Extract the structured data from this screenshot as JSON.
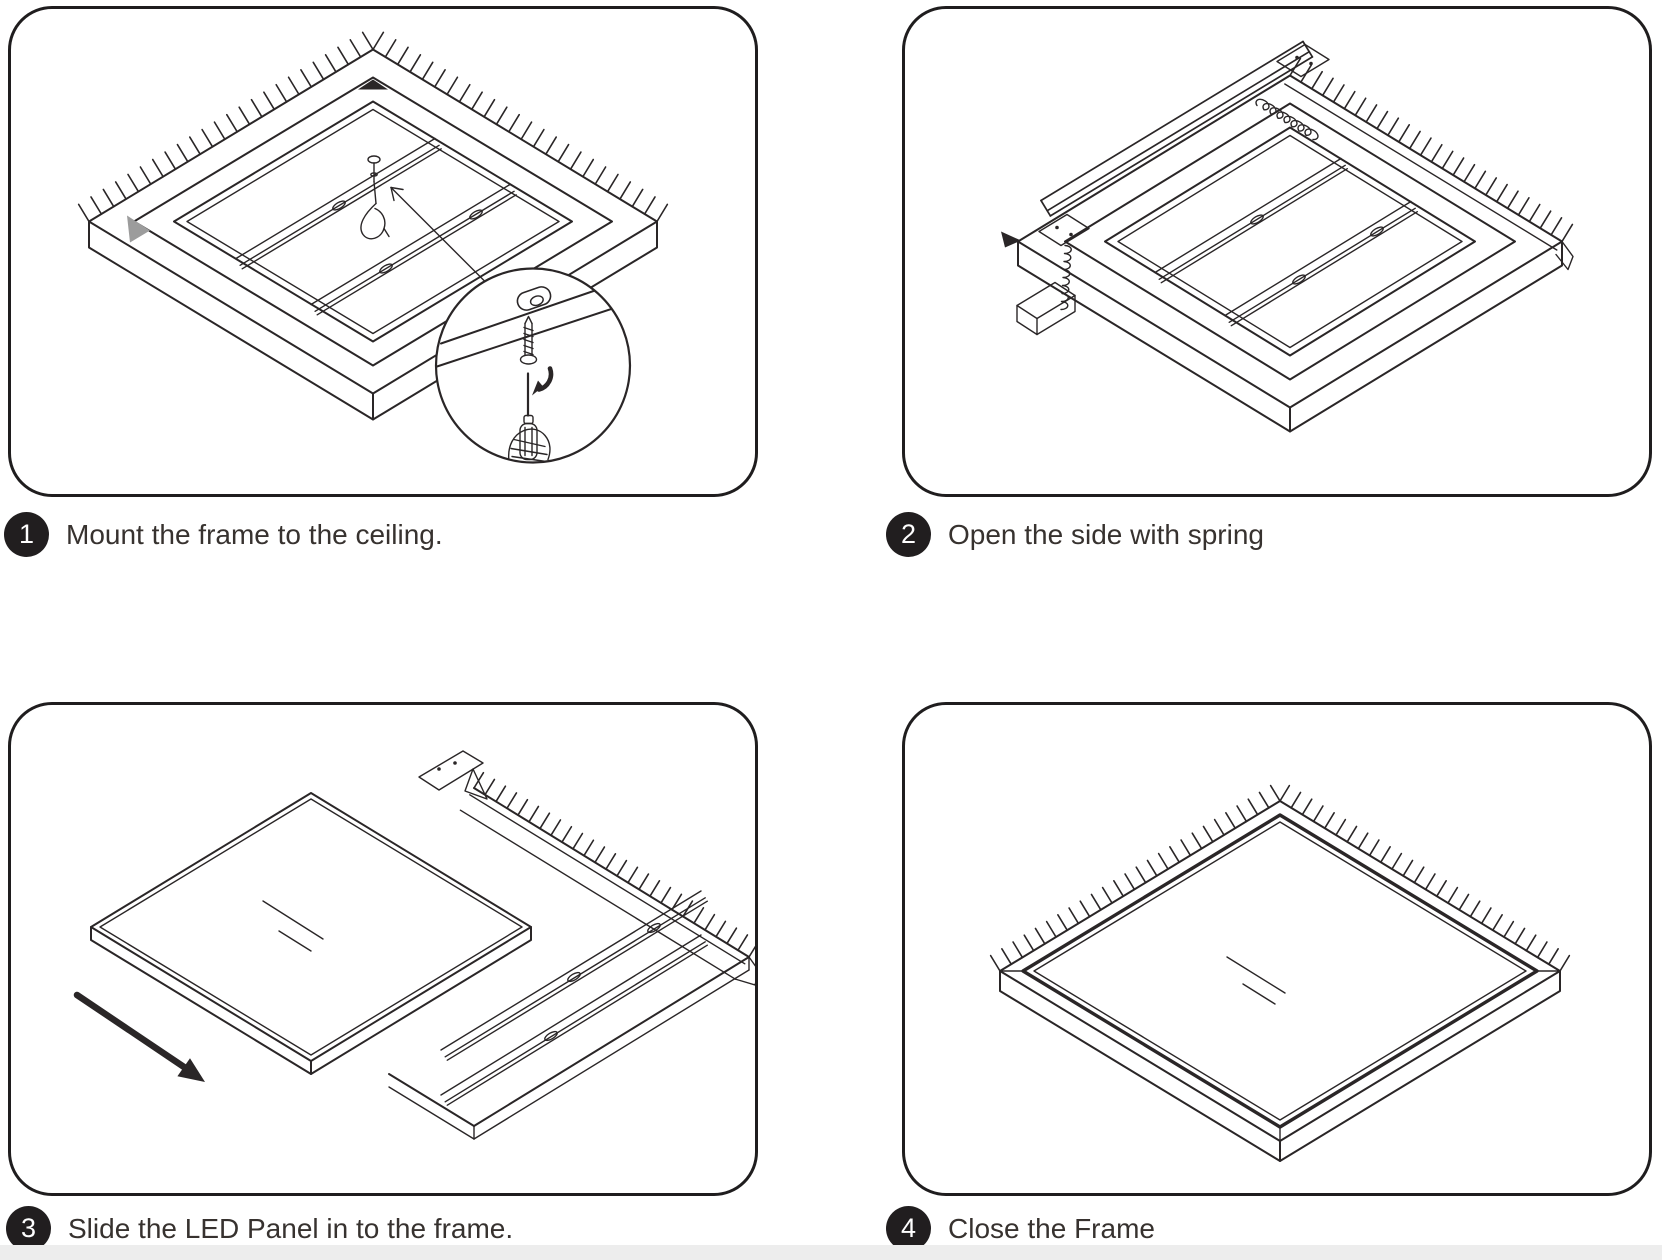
{
  "colors": {
    "ink": "#2a2627",
    "panel_border": "#1f1d1e",
    "text": "#37322f",
    "step_badge_background": "#211e1f",
    "step_badge_number": "#ffffff",
    "page_background": "#ffffff",
    "bottom_strip": "#ededed"
  },
  "steps": [
    {
      "number": "1",
      "label": "Mount the frame to the ceiling.",
      "illustration": "frame-mounted-to-ceiling-with-screwdriver-detail"
    },
    {
      "number": "2",
      "label": "Open the side with spring",
      "illustration": "frame-with-spring-loaded-side-open"
    },
    {
      "number": "3",
      "label": "Slide the LED Panel in to the frame.",
      "illustration": "led-panel-sliding-into-frame"
    },
    {
      "number": "4",
      "label": "Close the Frame",
      "illustration": "frame-closed-with-led-panel"
    }
  ]
}
